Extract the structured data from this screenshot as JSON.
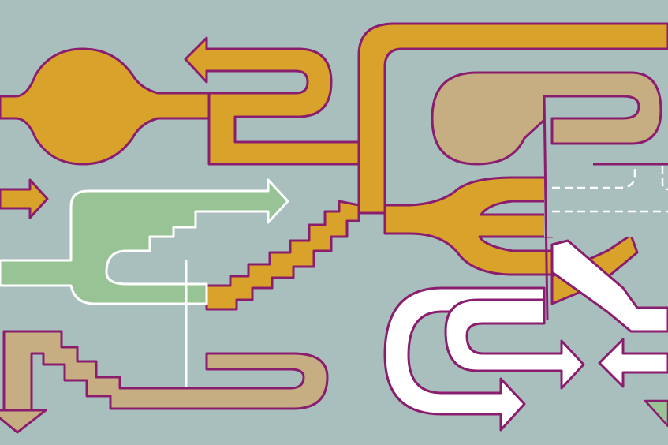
{
  "illustration": {
    "description_free": true,
    "colors": {
      "background": "#a9bfbe",
      "mustard": "#d9a22b",
      "tan": "#c7ae82",
      "sage": "#98c394",
      "white": "#ffffff",
      "outline_purple": "#8a1d6e",
      "outline_white": "#ffffff"
    },
    "shapes": [
      "mustard-bulb-pipe",
      "mustard-u-turn-arrow",
      "mustard-top-pipe",
      "mustard-short-arrow",
      "mustard-stepped-pipe",
      "mustard-fork-pipe",
      "tan-loop-pipe",
      "tan-staircase-pipe",
      "tan-down-arrow",
      "sage-arrow-pipe",
      "white-u-turn-arrows",
      "white-diagonal-pipe",
      "dashed-lines"
    ]
  }
}
